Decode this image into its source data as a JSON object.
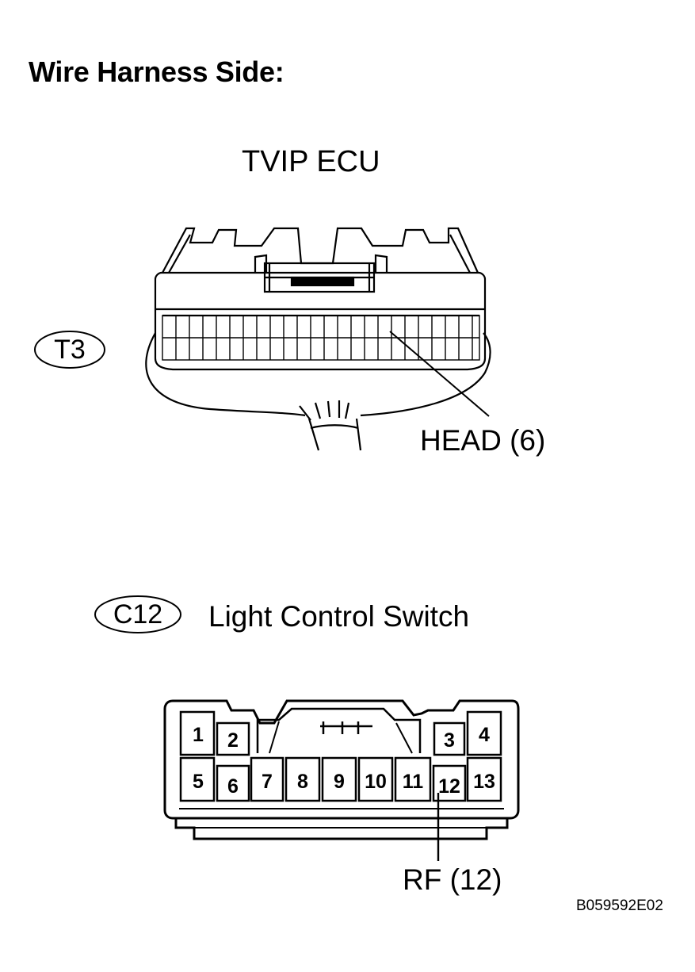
{
  "heading": "Wire Harness Side:",
  "connector_t3": {
    "title": "TVIP ECU",
    "code": "T3",
    "callout": "HEAD (6)"
  },
  "connector_c12": {
    "title": "Light Control Switch",
    "code": "C12",
    "callout": "RF (12)",
    "pins": [
      "1",
      "2",
      "3",
      "4",
      "5",
      "6",
      "7",
      "8",
      "9",
      "10",
      "11",
      "12",
      "13"
    ]
  },
  "figure_id": "B059592E02"
}
